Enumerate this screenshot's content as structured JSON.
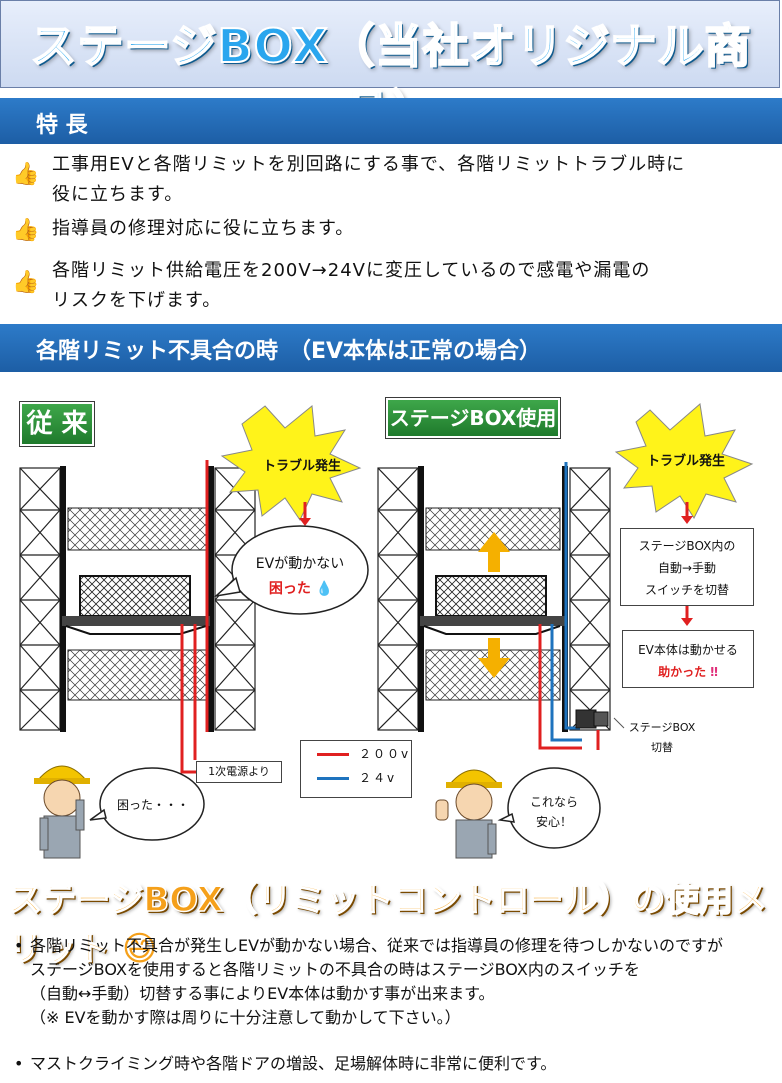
{
  "title": "ステージBOX（当社オリジナル商品）",
  "features": {
    "heading": "特 長",
    "items": [
      {
        "lines": [
          "工事用EVと各階リミットを別回路にする事で、各階リミットトラブル時に",
          "役に立ちます。"
        ]
      },
      {
        "lines": [
          "指導員の修理対応に役に立ちます。"
        ]
      },
      {
        "lines": [
          "各階リミット供給電圧を200V→24Vに変圧しているので感電や漏電の",
          "リスクを下げます。"
        ]
      }
    ]
  },
  "case": {
    "heading": "各階リミット不具合の時　（EV本体は正常の場合）",
    "left": {
      "tag": "従 来",
      "burst": "トラブル発生",
      "bubble_line1": "EVが動かない",
      "bubble_line2": "困った",
      "power_label": "1次電源より",
      "worker_bubble": "困った・・・"
    },
    "right": {
      "tag": "ステージBOX使用",
      "burst": "トラブル発生",
      "step1": [
        "ステージBOX内の",
        "自動→手動",
        "スイッチを切替"
      ],
      "step2_line1": "EV本体は動かせる",
      "step2_line2": "助かった",
      "switch_label_line1": "ステージBOX",
      "switch_label_line2": "切替",
      "worker_bubble_line1": "これなら",
      "worker_bubble_line2": "安心！"
    },
    "legend": [
      {
        "label": "２００v",
        "color": "#e02020"
      },
      {
        "label": "２４v",
        "color": "#1e73be"
      }
    ]
  },
  "merits": {
    "heading": "ステージBOX（リミットコントロール）の使用メリット",
    "emoji": "😄",
    "items": [
      {
        "lines": [
          "各階リミット不具合が発生しEVが動かない場合、従来では指導員の修理を待つしかないのですが",
          "ステージBOXを使用すると各階リミットの不具合の時はステージBOX内のスイッチを",
          "（自動↔手動）切替する事によりEV本体は動かす事が出来ます。",
          "（※ EVを動かす際は周りに十分注意して動かして下さい。）"
        ]
      },
      {
        "lines": [
          "マストクライミング時や各階ドアの増設、足場解体時に非常に便利です。"
        ]
      }
    ]
  }
}
